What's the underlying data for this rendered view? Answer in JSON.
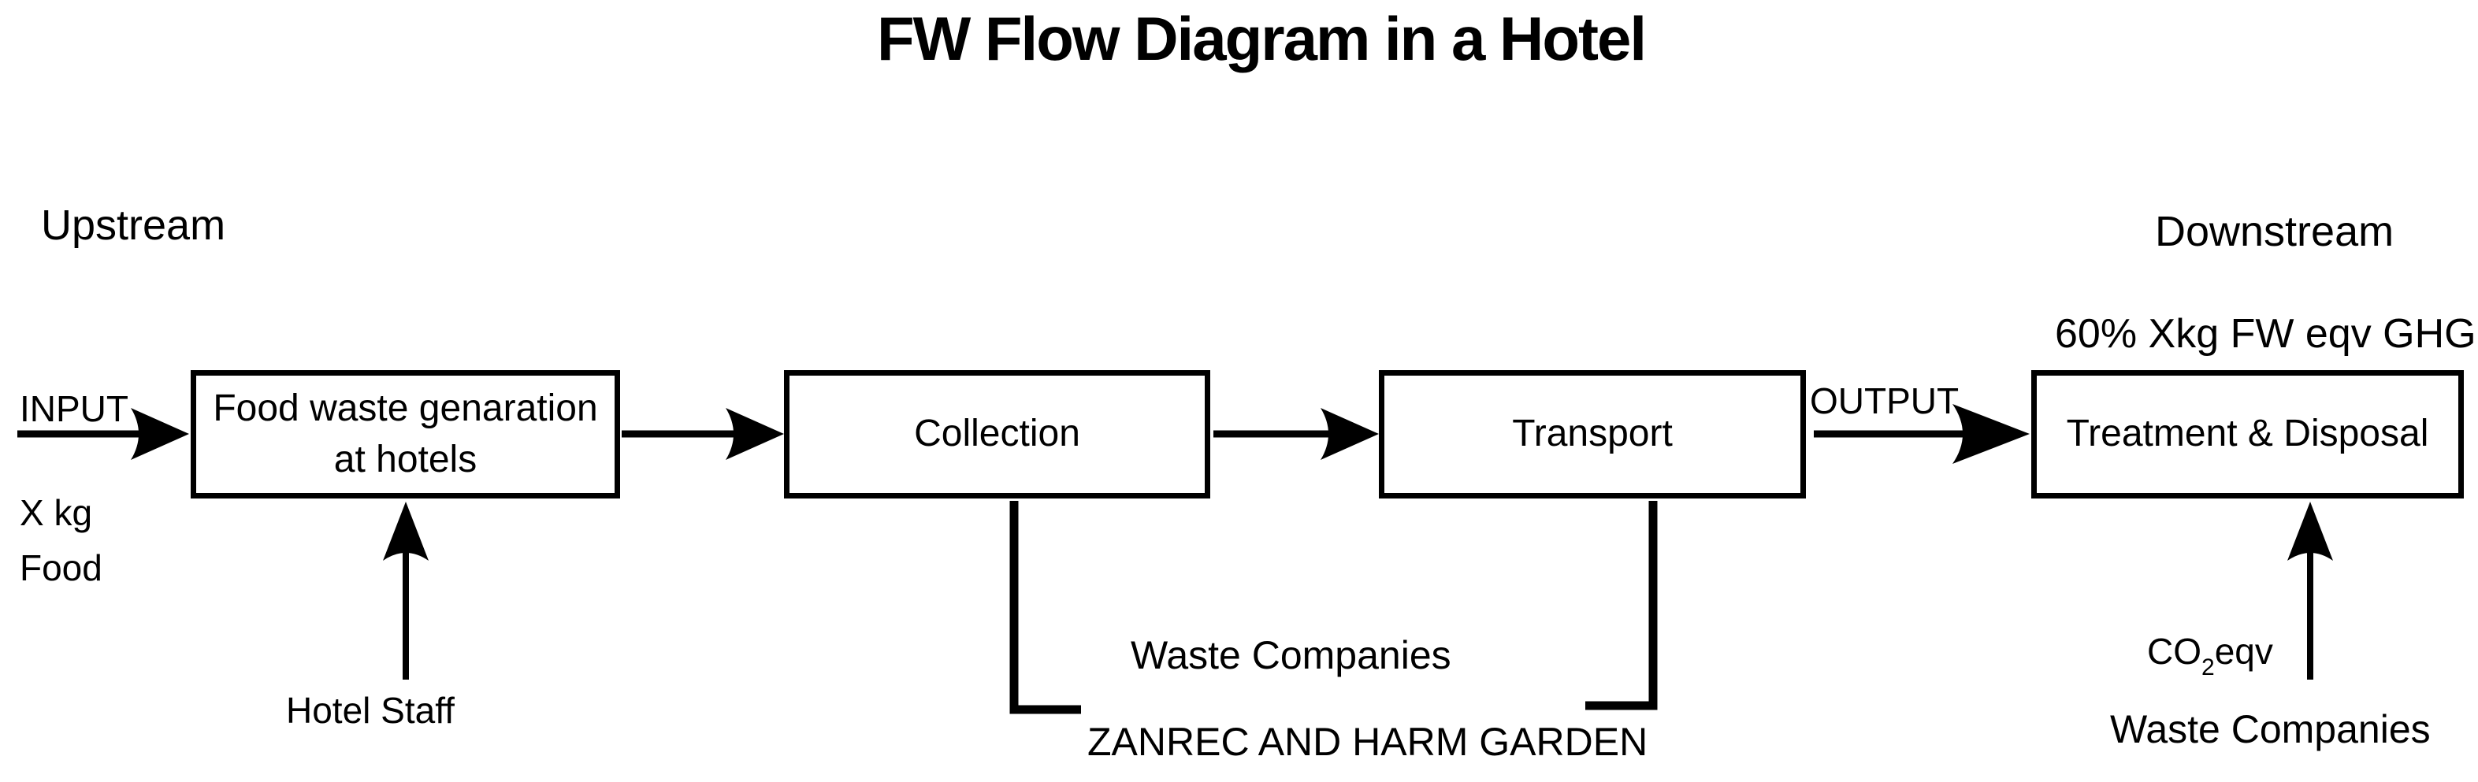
{
  "title": "FW Flow Diagram in a Hotel",
  "labels": {
    "upstream": "Upstream",
    "downstream": "Downstream",
    "ghg_note": "60% Xkg FW eqv GHG",
    "input": "INPUT",
    "output": "OUTPUT",
    "input_quantity": "X kg",
    "input_item": "Food",
    "hotel_staff": "Hotel Staff",
    "waste_companies_mid": "Waste Companies",
    "waste_companies_names": "ZANREC AND HARM GARDEN",
    "waste_companies_right": "Waste Companies",
    "co2": {
      "base": "CO",
      "sub": "2",
      "rest": "eqv"
    }
  },
  "nodes": [
    {
      "label": "Food waste genaration at hotels"
    },
    {
      "label": "Collection"
    },
    {
      "label": "Transport"
    },
    {
      "label": "Treatment & Disposal"
    }
  ],
  "colors": {
    "ink": "#000000",
    "background": "#ffffff"
  }
}
